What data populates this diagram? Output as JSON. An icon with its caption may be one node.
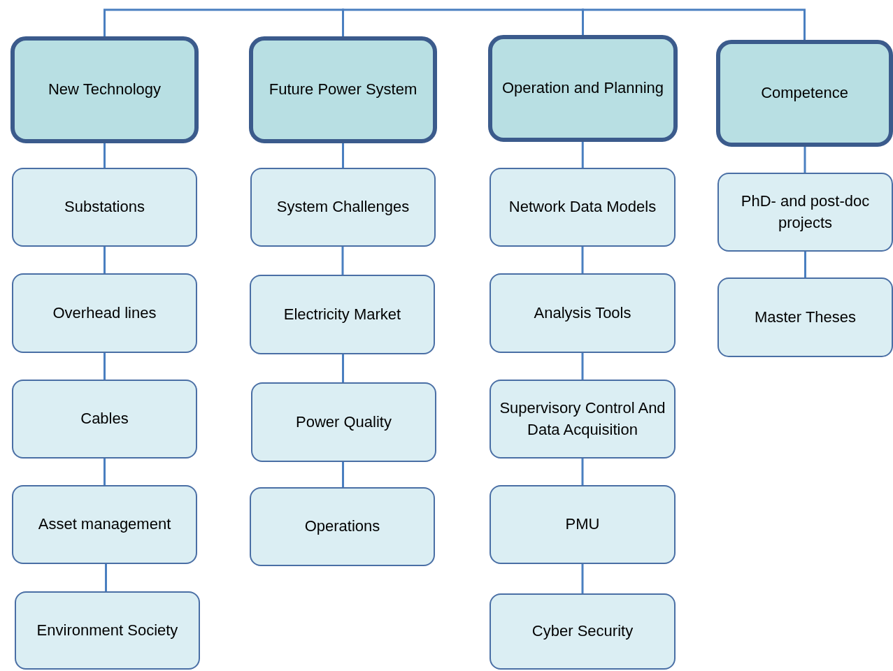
{
  "diagram": {
    "nodes": [
      {
        "text": [
          "New Technology"
        ]
      },
      {
        "text": [
          "Substations"
        ]
      },
      {
        "text": [
          "Overhead lines"
        ]
      },
      {
        "text": [
          "Cables"
        ]
      },
      {
        "text": [
          "Asset management"
        ]
      },
      {
        "text": [
          "Environment Society"
        ]
      },
      {
        "text": [
          "Future Power System"
        ]
      },
      {
        "text": [
          "System Challenges"
        ]
      },
      {
        "text": [
          "Electricity Market"
        ]
      },
      {
        "text": [
          "Power Quality"
        ]
      },
      {
        "text": [
          "Operations"
        ]
      },
      {
        "text": [
          "Operation and Planning"
        ]
      },
      {
        "text": [
          "Network Data Models"
        ]
      },
      {
        "text": [
          "Analysis Tools"
        ]
      },
      {
        "text": [
          "Supervisory Control And Data Acquisition"
        ]
      },
      {
        "text": [
          "PMU"
        ]
      },
      {
        "text": [
          "Cyber Security"
        ]
      },
      {
        "text": [
          "Competence"
        ]
      },
      {
        "text": [
          "PhD- and post-doc projects"
        ]
      },
      {
        "text": [
          "Master Theses"
        ]
      }
    ],
    "edges": [
      {
        "from": 0,
        "to": 6,
        "arrow": "none"
      },
      {
        "from": 6,
        "to": 11,
        "arrow": "none"
      },
      {
        "from": 11,
        "to": 17,
        "arrow": "none"
      },
      {
        "from": 0,
        "to": 1,
        "arrow": "none"
      },
      {
        "from": 1,
        "to": 2,
        "arrow": "none"
      },
      {
        "from": 2,
        "to": 3,
        "arrow": "none"
      },
      {
        "from": 3,
        "to": 4,
        "arrow": "none"
      },
      {
        "from": 4,
        "to": 5,
        "arrow": "none"
      },
      {
        "from": 6,
        "to": 7,
        "arrow": "none"
      },
      {
        "from": 7,
        "to": 8,
        "arrow": "none"
      },
      {
        "from": 8,
        "to": 9,
        "arrow": "none"
      },
      {
        "from": 9,
        "to": 10,
        "arrow": "none"
      },
      {
        "from": 11,
        "to": 12,
        "arrow": "none"
      },
      {
        "from": 12,
        "to": 13,
        "arrow": "none"
      },
      {
        "from": 13,
        "to": 14,
        "arrow": "none"
      },
      {
        "from": 14,
        "to": 15,
        "arrow": "none"
      },
      {
        "from": 15,
        "to": 16,
        "arrow": "none"
      },
      {
        "from": 17,
        "to": 18,
        "arrow": "none"
      },
      {
        "from": 18,
        "to": 19,
        "arrow": "none"
      }
    ]
  }
}
